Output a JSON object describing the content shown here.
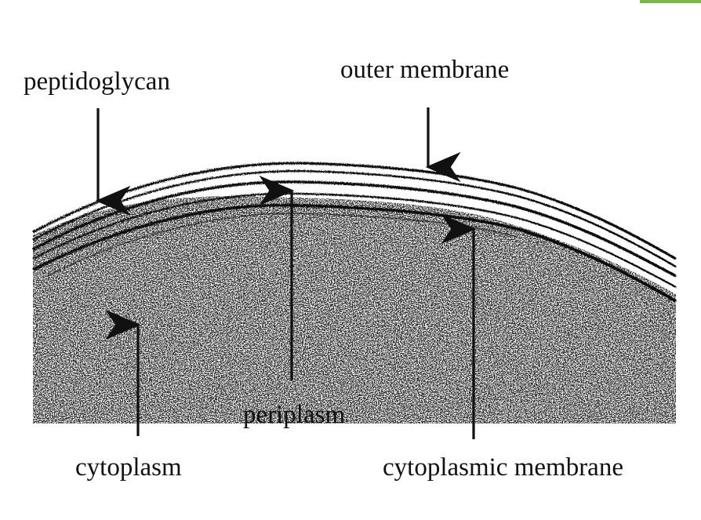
{
  "labels": {
    "peptidoglycan": "peptidoglycan",
    "outer_membrane": "outer membrane",
    "periplasm": "periplasm",
    "cytoplasm": "cytoplasm",
    "cytoplasmic_membrane": "cytoplasmic membrane"
  },
  "colors": {
    "ink": "#111111",
    "background": "#ffffff",
    "corner_accent": "#7ab648"
  }
}
